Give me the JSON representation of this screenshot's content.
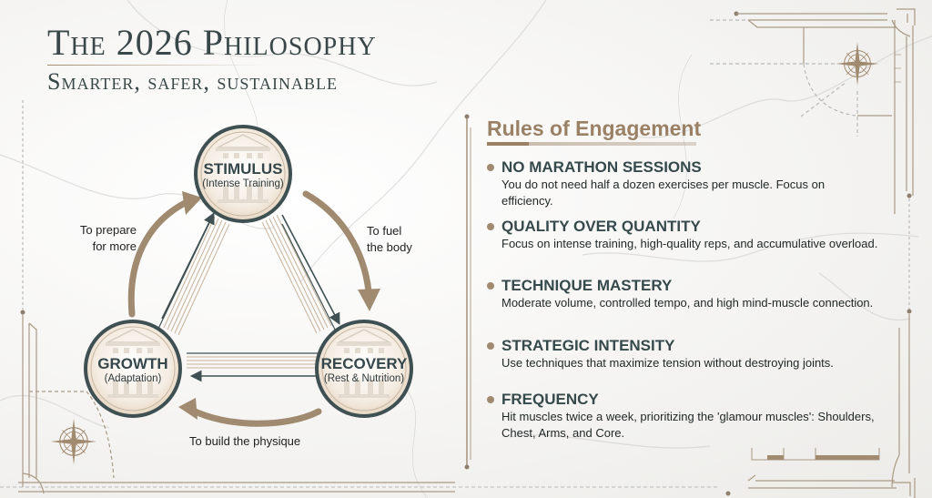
{
  "header": {
    "title": "The 2026 Philosophy",
    "subtitle": "Smarter, safer, sustainable"
  },
  "cycle": {
    "nodes": [
      {
        "id": "stimulus",
        "title": "STIMULUS",
        "subtitle": "(Intense Training)"
      },
      {
        "id": "recovery",
        "title": "RECOVERY",
        "subtitle": "(Rest & Nutrition)"
      },
      {
        "id": "growth",
        "title": "GROWTH",
        "subtitle": "(Adaptation)"
      }
    ],
    "edges": [
      {
        "from": "stimulus",
        "to": "recovery",
        "label_line1": "To fuel",
        "label_line2": "the body"
      },
      {
        "from": "recovery",
        "to": "growth",
        "label_line1": "To build the physique",
        "label_line2": ""
      },
      {
        "from": "growth",
        "to": "stimulus",
        "label_line1": "To prepare",
        "label_line2": "for more"
      }
    ]
  },
  "rules": {
    "heading": "Rules of Engagement",
    "items": [
      {
        "title": "NO MARATHON SESSIONS",
        "body": "You do not need half a dozen exercises per muscle. Focus on efficiency."
      },
      {
        "title": "QUALITY OVER QUANTITY",
        "body": "Focus on intense training, high-quality reps, and accumulative overload."
      },
      {
        "title": "TECHNIQUE MASTERY",
        "body": "Moderate volume, controlled tempo, and high mind-muscle connection."
      },
      {
        "title": "STRATEGIC INTENSITY",
        "body": "Use techniques that maximize tension without destroying joints."
      },
      {
        "title": "FREQUENCY",
        "body": "Hit muscles twice a week, prioritizing the 'glamour muscles': Shoulders, Chest, Arms, and Core."
      }
    ]
  },
  "decorations": {
    "icons": [
      "compass-rose-icon",
      "compass-rose-icon",
      "greek-temple-icon"
    ]
  },
  "colors": {
    "accent_bronze": "#a08a70",
    "slate": "#3a4748",
    "background": "#f4f3f1"
  }
}
